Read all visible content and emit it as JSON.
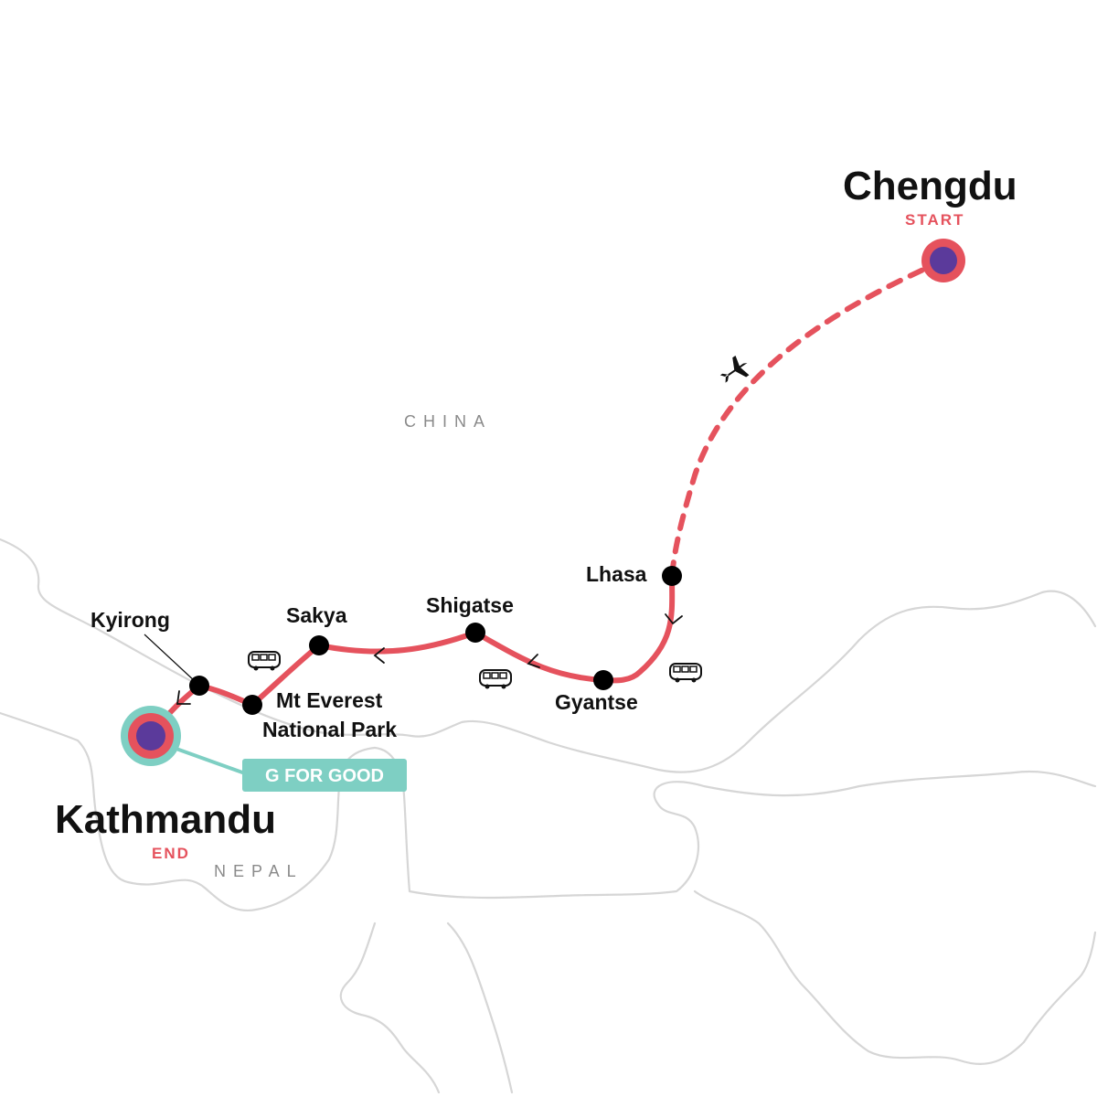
{
  "colors": {
    "route": "#e5525d",
    "stop": "#000000",
    "endpoint_fill": "#5b3a9b",
    "endpoint_ring": "#e5525d",
    "g_for_good": "#7ecfc3",
    "border": "#d6d6d6",
    "country_label": "#8a8a8a",
    "tag": "#e5525d"
  },
  "countries": {
    "china": "CHINA",
    "nepal": "NEPAL"
  },
  "start": {
    "name": "Chengdu",
    "tag": "START"
  },
  "end": {
    "name": "Kathmandu",
    "tag": "END"
  },
  "stops": {
    "lhasa": "Lhasa",
    "gyantse": "Gyantse",
    "shigatse": "Shigatse",
    "sakya": "Sakya",
    "everest_line1": "Mt Everest",
    "everest_line2": "National Park",
    "kyirong": "Kyirong"
  },
  "badge": {
    "label": "G FOR GOOD"
  },
  "icons": {
    "flight": "airplane-icon",
    "transport": "bus-icon"
  }
}
